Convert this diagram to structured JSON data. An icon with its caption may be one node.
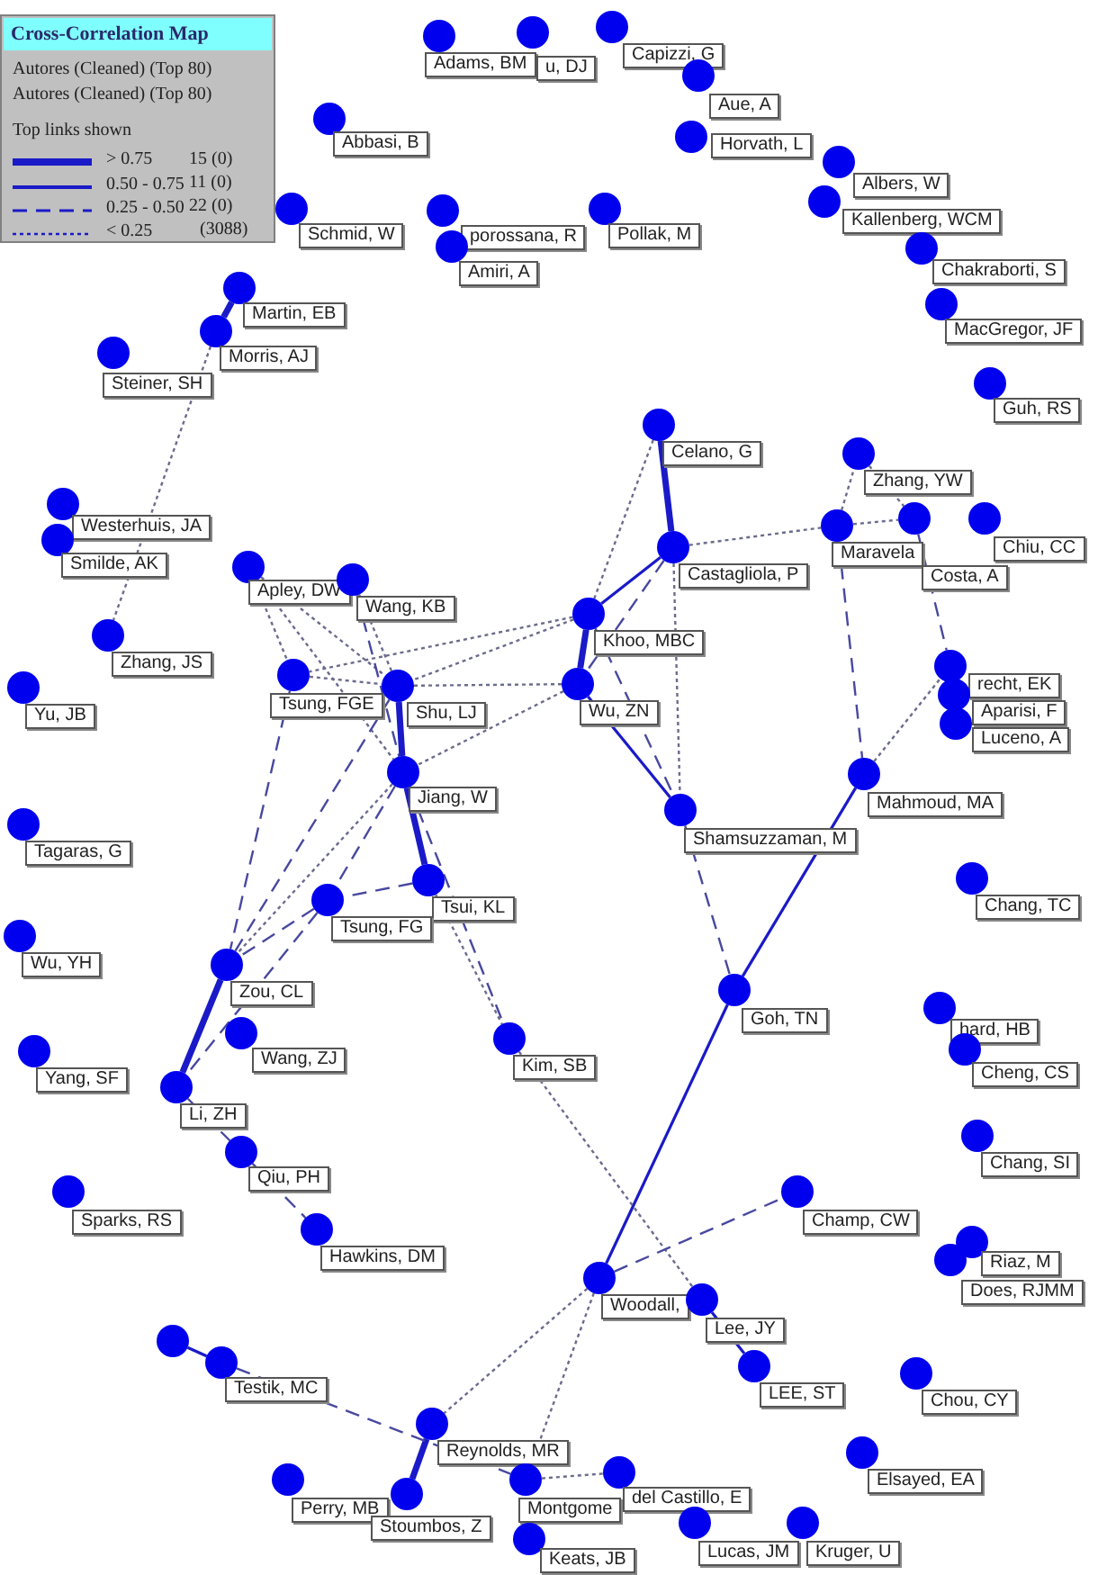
{
  "diagram": {
    "title": "Cross-Correlation Map",
    "nodes": [
      {
        "text": [],
        "shape": "circle",
        "beside": [
          "Adams, BM"
        ]
      },
      {
        "text": [],
        "shape": "circle",
        "beside": [
          "u, DJ"
        ]
      },
      {
        "text": [],
        "shape": "circle",
        "beside": [
          "Capizzi, G"
        ]
      },
      {
        "text": [],
        "shape": "circle",
        "beside": [
          "Aue, A"
        ]
      },
      {
        "text": [],
        "shape": "circle",
        "beside": [
          "Horvath, L"
        ]
      },
      {
        "text": [],
        "shape": "circle",
        "beside": [
          "Abbasi, B"
        ]
      },
      {
        "text": [],
        "shape": "circle",
        "beside": [
          "Schmid, W"
        ]
      },
      {
        "text": [],
        "shape": "circle",
        "beside": [
          "porossana, R"
        ]
      },
      {
        "text": [],
        "shape": "circle",
        "beside": [
          "Amiri, A"
        ]
      },
      {
        "text": [],
        "shape": "circle",
        "beside": [
          "Pollak, M"
        ]
      },
      {
        "text": [],
        "shape": "circle",
        "beside": [
          "Albers, W"
        ]
      },
      {
        "text": [],
        "shape": "circle",
        "beside": [
          "Kallenberg, WCM"
        ]
      },
      {
        "text": [],
        "shape": "circle",
        "beside": [
          "Chakraborti, S"
        ]
      },
      {
        "text": [],
        "shape": "circle",
        "beside": [
          "Martin, EB"
        ]
      },
      {
        "text": [],
        "shape": "circle",
        "beside": [
          "Morris, AJ"
        ]
      },
      {
        "text": [],
        "shape": "circle",
        "beside": [
          "Steiner, SH"
        ]
      },
      {
        "text": [],
        "shape": "circle",
        "beside": [
          "MacGregor, JF"
        ]
      },
      {
        "text": [],
        "shape": "circle",
        "beside": [
          "Guh, RS"
        ]
      },
      {
        "text": [],
        "shape": "circle",
        "beside": [
          "Celano, G"
        ]
      },
      {
        "text": [],
        "shape": "circle",
        "beside": [
          "Zhang, YW"
        ]
      },
      {
        "text": [],
        "shape": "circle",
        "beside": [
          "Westerhuis, JA"
        ]
      },
      {
        "text": [],
        "shape": "circle",
        "beside": [
          "Smilde, AK"
        ]
      },
      {
        "text": [],
        "shape": "circle",
        "beside": [
          "Maravela"
        ]
      },
      {
        "text": [],
        "shape": "circle",
        "beside": [
          "Costa, A"
        ]
      },
      {
        "text": [],
        "shape": "circle",
        "beside": [
          "Chiu, CC"
        ]
      },
      {
        "text": [],
        "shape": "circle",
        "beside": [
          "Castagliola, P"
        ]
      },
      {
        "text": [],
        "shape": "circle",
        "beside": [
          "Apley, DW"
        ]
      },
      {
        "text": [],
        "shape": "circle",
        "beside": [
          "Wang, KB"
        ]
      },
      {
        "text": [],
        "shape": "circle",
        "beside": [
          "Khoo, MBC"
        ]
      },
      {
        "text": [],
        "shape": "circle",
        "beside": [
          "Zhang, JS"
        ]
      },
      {
        "text": [],
        "shape": "circle",
        "beside": [
          "Tsung, FGE"
        ]
      },
      {
        "text": [],
        "shape": "circle",
        "beside": [
          "Shu, LJ"
        ]
      },
      {
        "text": [],
        "shape": "circle",
        "beside": [
          "Wu, ZN"
        ]
      },
      {
        "text": [],
        "shape": "circle",
        "beside": [
          "Yu, JB"
        ]
      },
      {
        "text": [],
        "shape": "circle",
        "beside": [
          "recht, EK"
        ]
      },
      {
        "text": [],
        "shape": "circle",
        "beside": [
          "Aparisi, F"
        ]
      },
      {
        "text": [],
        "shape": "circle",
        "beside": [
          "Luceno, A"
        ]
      },
      {
        "text": [],
        "shape": "circle",
        "beside": [
          "Jiang, W"
        ]
      },
      {
        "text": [],
        "shape": "circle",
        "beside": [
          "Mahmoud, MA"
        ]
      },
      {
        "text": [],
        "shape": "circle",
        "beside": [
          "Shamsuzzaman, M"
        ]
      },
      {
        "text": [],
        "shape": "circle",
        "beside": [
          "Tagaras, G"
        ]
      },
      {
        "text": [],
        "shape": "circle",
        "beside": [
          "Tsui, KL"
        ]
      },
      {
        "text": [],
        "shape": "circle",
        "beside": [
          "Tsung, FG"
        ]
      },
      {
        "text": [],
        "shape": "circle",
        "beside": [
          "Chang, TC"
        ]
      },
      {
        "text": [],
        "shape": "circle",
        "beside": [
          "Wu, YH"
        ]
      },
      {
        "text": [],
        "shape": "circle",
        "beside": [
          "Zou, CL"
        ]
      },
      {
        "text": [],
        "shape": "circle",
        "beside": [
          "Goh, TN"
        ]
      },
      {
        "text": [],
        "shape": "circle",
        "beside": [
          "hard, HB"
        ]
      },
      {
        "text": [],
        "shape": "circle",
        "beside": [
          "Wang, ZJ"
        ]
      },
      {
        "text": [],
        "shape": "circle",
        "beside": [
          "Kim, SB"
        ]
      },
      {
        "text": [],
        "shape": "circle",
        "beside": [
          "Cheng, CS"
        ]
      },
      {
        "text": [],
        "shape": "circle",
        "beside": [
          "Yang, SF"
        ]
      },
      {
        "text": [],
        "shape": "circle",
        "beside": [
          "Li, ZH"
        ]
      },
      {
        "text": [],
        "shape": "circle",
        "beside": [
          "Qiu, PH"
        ]
      },
      {
        "text": [],
        "shape": "circle",
        "beside": [
          "Chang, SI"
        ]
      },
      {
        "text": [],
        "shape": "circle",
        "beside": [
          "Sparks, RS"
        ]
      },
      {
        "text": [],
        "shape": "circle",
        "beside": [
          "Champ, CW"
        ]
      },
      {
        "text": [],
        "shape": "circle",
        "beside": [
          "Hawkins, DM"
        ]
      },
      {
        "text": [],
        "shape": "circle",
        "beside": [
          "Riaz, M"
        ]
      },
      {
        "text": [],
        "shape": "circle",
        "beside": [
          "Does, RJMM"
        ]
      },
      {
        "text": [],
        "shape": "circle",
        "beside": [
          "Woodall,"
        ]
      },
      {
        "text": [],
        "shape": "circle",
        "beside": [
          "Lee, JY"
        ]
      },
      {
        "text": [],
        "shape": "circle"
      },
      {
        "text": [],
        "shape": "circle",
        "beside": [
          "Testik, MC"
        ]
      },
      {
        "text": [],
        "shape": "circle",
        "beside": [
          "LEE, ST"
        ]
      },
      {
        "text": [],
        "shape": "circle",
        "beside": [
          "Chou, CY"
        ]
      },
      {
        "text": [],
        "shape": "circle",
        "beside": [
          "Reynolds, MR"
        ]
      },
      {
        "text": [],
        "shape": "circle",
        "beside": [
          "Elsayed, EA"
        ]
      },
      {
        "text": [],
        "shape": "circle",
        "beside": [
          "Perry, MB"
        ]
      },
      {
        "text": [],
        "shape": "circle",
        "beside": [
          "Stoumbos, Z"
        ]
      },
      {
        "text": [],
        "shape": "circle",
        "beside": [
          "Montgome"
        ]
      },
      {
        "text": [],
        "shape": "circle",
        "beside": [
          "del Castillo, E"
        ]
      },
      {
        "text": [],
        "shape": "circle",
        "beside": [
          "Keats, JB"
        ]
      },
      {
        "text": [],
        "shape": "circle",
        "beside": [
          "Lucas, JM"
        ]
      },
      {
        "text": [],
        "shape": "circle",
        "beside": [
          "Kruger, U"
        ]
      }
    ],
    "edges": [
      {
        "from": 13,
        "to": 14,
        "arrow": "none",
        "style": "thick",
        "color": "#1a1ac8"
      },
      {
        "from": 14,
        "to": 29,
        "arrow": "none",
        "style": "dashed"
      },
      {
        "from": 18,
        "to": 25,
        "arrow": "none",
        "style": "thick",
        "color": "#1a1ac8"
      },
      {
        "from": 18,
        "to": 28,
        "arrow": "none",
        "style": "dashed"
      },
      {
        "from": 25,
        "to": 28,
        "arrow": "none",
        "color": "#1a1ac8"
      },
      {
        "from": 25,
        "to": 32,
        "arrow": "none",
        "style": "dashed",
        "color": "#4848a0"
      },
      {
        "from": 25,
        "to": 39,
        "arrow": "none",
        "style": "dashed"
      },
      {
        "from": 25,
        "to": 22,
        "arrow": "none",
        "style": "dashed"
      },
      {
        "from": 28,
        "to": 32,
        "arrow": "none",
        "style": "thick",
        "color": "#1a1ac8"
      },
      {
        "from": 28,
        "to": 31,
        "arrow": "none",
        "style": "dashed"
      },
      {
        "from": 28,
        "to": 30,
        "arrow": "none",
        "style": "dashed"
      },
      {
        "from": 32,
        "to": 31,
        "arrow": "none",
        "style": "dashed"
      },
      {
        "from": 32,
        "to": 37,
        "arrow": "none",
        "style": "dashed"
      },
      {
        "from": 32,
        "to": 39,
        "arrow": "none",
        "color": "#1a1ac8"
      },
      {
        "from": 28,
        "to": 39,
        "arrow": "none",
        "style": "dashed",
        "color": "#4848a0"
      },
      {
        "from": 22,
        "to": 19,
        "arrow": "none",
        "style": "dashed"
      },
      {
        "from": 19,
        "to": 23,
        "arrow": "none",
        "style": "dashed"
      },
      {
        "from": 22,
        "to": 23,
        "arrow": "none",
        "style": "dashed"
      },
      {
        "from": 22,
        "to": 38,
        "arrow": "none",
        "style": "dashed",
        "color": "#4848a0"
      },
      {
        "from": 23,
        "to": 34,
        "arrow": "none",
        "style": "dashed",
        "color": "#4848a0"
      },
      {
        "from": 38,
        "to": 34,
        "arrow": "none",
        "style": "dashed"
      },
      {
        "from": 38,
        "to": 46,
        "arrow": "none",
        "color": "#1a1ac8"
      },
      {
        "from": 46,
        "to": 60,
        "arrow": "none",
        "color": "#1a1ac8"
      },
      {
        "from": 39,
        "to": 46,
        "arrow": "none",
        "style": "dashed",
        "color": "#4848a0"
      },
      {
        "from": 26,
        "to": 30,
        "arrow": "none",
        "style": "dashed"
      },
      {
        "from": 26,
        "to": 31,
        "arrow": "none",
        "style": "dashed"
      },
      {
        "from": 26,
        "to": 37,
        "arrow": "none",
        "style": "dashed"
      },
      {
        "from": 27,
        "to": 37,
        "arrow": "none",
        "style": "dashed",
        "color": "#4848a0"
      },
      {
        "from": 27,
        "to": 31,
        "arrow": "none",
        "style": "dashed"
      },
      {
        "from": 30,
        "to": 31,
        "arrow": "none",
        "style": "dashed"
      },
      {
        "from": 30,
        "to": 45,
        "arrow": "none",
        "style": "dashed",
        "color": "#4848a0"
      },
      {
        "from": 31,
        "to": 37,
        "arrow": "none",
        "style": "thick",
        "color": "#1a1ac8"
      },
      {
        "from": 37,
        "to": 41,
        "arrow": "none",
        "style": "thick",
        "color": "#1a1ac8"
      },
      {
        "from": 41,
        "to": 42,
        "arrow": "none",
        "style": "dashed",
        "color": "#4848a0"
      },
      {
        "from": 37,
        "to": 42,
        "arrow": "none",
        "style": "dashed",
        "color": "#4848a0"
      },
      {
        "from": 31,
        "to": 45,
        "arrow": "none",
        "style": "dashed",
        "color": "#4848a0"
      },
      {
        "from": 37,
        "to": 45,
        "arrow": "none",
        "style": "dashed"
      },
      {
        "from": 42,
        "to": 45,
        "arrow": "none",
        "style": "dashed",
        "color": "#4848a0"
      },
      {
        "from": 42,
        "to": 52,
        "arrow": "none",
        "style": "dashed",
        "color": "#4848a0"
      },
      {
        "from": 45,
        "to": 52,
        "arrow": "none",
        "style": "thick",
        "color": "#1a1ac8"
      },
      {
        "from": 52,
        "to": 53,
        "arrow": "none",
        "style": "dashed",
        "color": "#4848a0"
      },
      {
        "from": 53,
        "to": 57,
        "arrow": "none",
        "style": "dashed",
        "color": "#4848a0"
      },
      {
        "from": 41,
        "to": 49,
        "arrow": "none",
        "style": "dashed"
      },
      {
        "from": 37,
        "to": 49,
        "arrow": "none",
        "style": "dashed",
        "color": "#4848a0"
      },
      {
        "from": 49,
        "to": 61,
        "arrow": "none",
        "style": "dashed"
      },
      {
        "from": 60,
        "to": 56,
        "arrow": "none",
        "style": "dashed",
        "color": "#4848a0"
      },
      {
        "from": 60,
        "to": 66,
        "arrow": "none",
        "style": "dashed"
      },
      {
        "from": 60,
        "to": 70,
        "arrow": "none",
        "style": "dashed"
      },
      {
        "from": 70,
        "to": 71,
        "arrow": "none",
        "style": "dashed"
      },
      {
        "from": 66,
        "to": 69,
        "arrow": "none",
        "style": "thick",
        "color": "#1a1ac8"
      },
      {
        "from": 63,
        "to": 70,
        "arrow": "none",
        "style": "dashed",
        "color": "#4848a0"
      },
      {
        "from": 62,
        "to": 63,
        "arrow": "none",
        "color": "#1a1ac8"
      },
      {
        "from": 61,
        "to": 64,
        "arrow": "none",
        "color": "#1a1ac8"
      }
    ],
    "labels": [
      "Autores (Cleaned) (Top 80)",
      "Autores (Cleaned) (Top 80)",
      "Top links shown",
      "15 (0)",
      "11 (0)",
      "22 (0)",
      "(3088)"
    ],
    "legend": [
      {
        "text": "> 0.75"
      },
      {
        "text": "0.50 - 0.75"
      },
      {
        "text": "0.25 - 0.50"
      },
      {
        "text": "< 0.25"
      }
    ]
  }
}
